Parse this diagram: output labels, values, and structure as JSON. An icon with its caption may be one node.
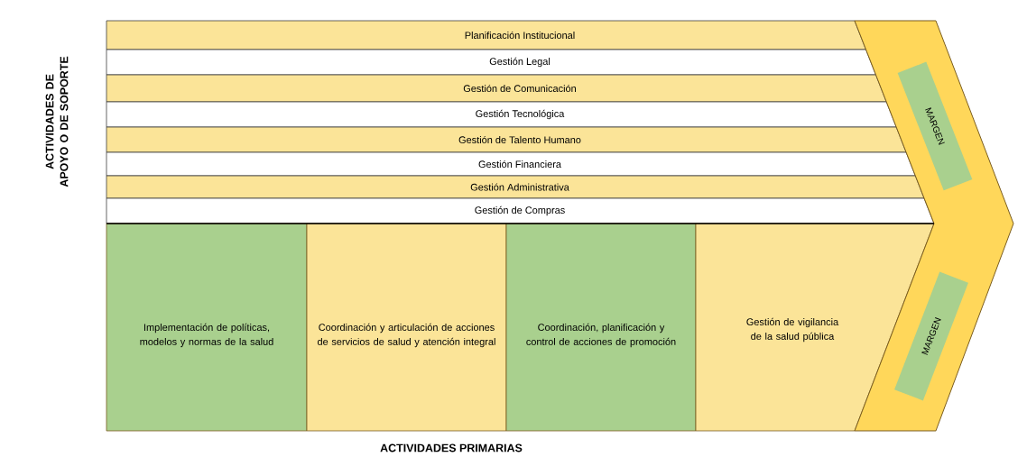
{
  "diagram": {
    "nodes": [
      {
        "text": [
          "Planificación Institucional"
        ]
      },
      {
        "text": [
          "Gestión Legal"
        ]
      },
      {
        "text": [
          "Gestión de Comunicación"
        ]
      },
      {
        "text": [
          "Gestión Tecnológica"
        ]
      },
      {
        "text": [
          "Gestión de Talento Humano"
        ]
      },
      {
        "text": [
          "Gestión Financiera"
        ]
      },
      {
        "text": [
          "Gestión Administrativa"
        ]
      },
      {
        "text": [
          "Gestión de Compras"
        ]
      },
      {
        "text": [
          "Implementación de políticas, modelos y normas de la salud"
        ]
      },
      {
        "text": [
          "Coordinación y articulación de acciones de servicios de salud y atención integral"
        ]
      },
      {
        "text": [
          "Coordinación, planificación y control de acciones de promoción"
        ]
      },
      {
        "text": [
          "Gestión de vigilancia de la salud pública"
        ]
      },
      {
        "text": [],
        "shape": "chevron"
      },
      {
        "text": [
          "MARGEN"
        ],
        "in": 12
      },
      {
        "text": [
          "MARGEN"
        ],
        "in": 12
      }
    ],
    "labels": [
      "ACTIVIDADES DE APOYO O DE SOPORTE",
      "ACTIVIDADES PRIMARIAS"
    ]
  }
}
